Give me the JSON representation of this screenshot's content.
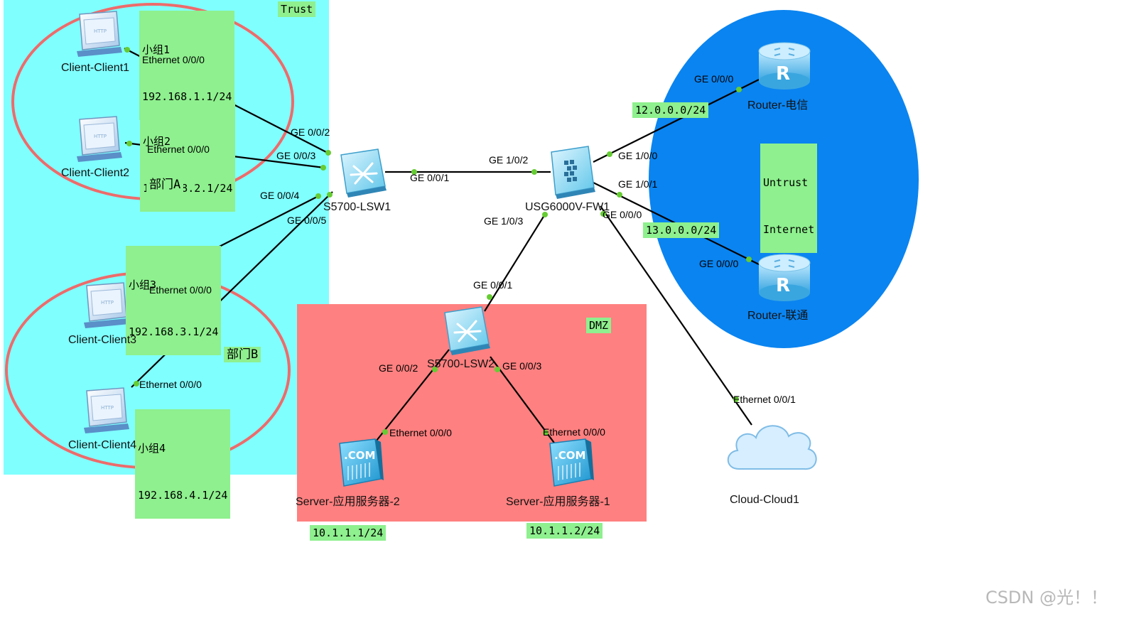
{
  "zones": {
    "trust": "Trust",
    "dmz": "DMZ",
    "untrust": [
      "Untrust",
      "Internet"
    ]
  },
  "groups": {
    "g1": {
      "name": "小组1",
      "ip": "192.168.1.1/24"
    },
    "g2": {
      "name": "小组2",
      "ip": "192.168.2.1/24"
    },
    "g3": {
      "name": "小组3",
      "ip": "192.168.3.1/24"
    },
    "g4": {
      "name": "小组4",
      "ip": "192.168.4.1/24"
    }
  },
  "departments": {
    "a": "部门A",
    "b": "部门B"
  },
  "devices": {
    "client1": "Client-Client1",
    "client2": "Client-Client2",
    "client3": "Client-Client3",
    "client4": "Client-Client4",
    "lsw1": "S5700-LSW1",
    "fw1": "USG6000V-FW1",
    "lsw2": "S5700-LSW2",
    "server2": "Server-应用服务器-2",
    "server1": "Server-应用服务器-1",
    "router_dx": "Router-电信",
    "router_lt": "Router-联通",
    "cloud1": "Cloud-Cloud1"
  },
  "subnets": {
    "dx": "12.0.0.0/24",
    "lt": "13.0.0.0/24",
    "server2": "10.1.1.1/24",
    "server1": "10.1.1.2/24"
  },
  "ports": {
    "c1": "Ethernet 0/0/0",
    "c2": "Ethernet 0/0/0",
    "c3": "Ethernet 0/0/0",
    "c4": "Ethernet 0/0/0",
    "lsw1_g2": "GE 0/0/2",
    "lsw1_g3": "GE 0/0/3",
    "lsw1_g4": "GE 0/0/4",
    "lsw1_g5": "GE 0/0/5",
    "lsw1_g1": "GE 0/0/1",
    "fw_g12": "GE 1/0/2",
    "fw_g10": "GE 1/0/0",
    "fw_g11": "GE 1/0/1",
    "fw_g13": "GE 1/0/3",
    "fw_g000": "GE 0/0/0",
    "rdx": "GE 0/0/0",
    "rlt": "GE 0/0/0",
    "lsw2_g1": "GE 0/0/1",
    "lsw2_g2": "GE 0/0/2",
    "lsw2_g3": "GE 0/0/3",
    "srv2": "Ethernet 0/0/0",
    "srv1": "Ethernet 0/0/0",
    "cloud": "Ethernet 0/0/1"
  },
  "watermark": "CSDN @光！！",
  "colors": {
    "trust_zone": "#80ffff",
    "dmz_zone": "#ff8080",
    "untrust_zone": "#0a84f0",
    "note_bg": "#8ef08e",
    "dept_ring": "#ee6b6b",
    "link": "#000000",
    "port_dot": "#66cc33"
  }
}
